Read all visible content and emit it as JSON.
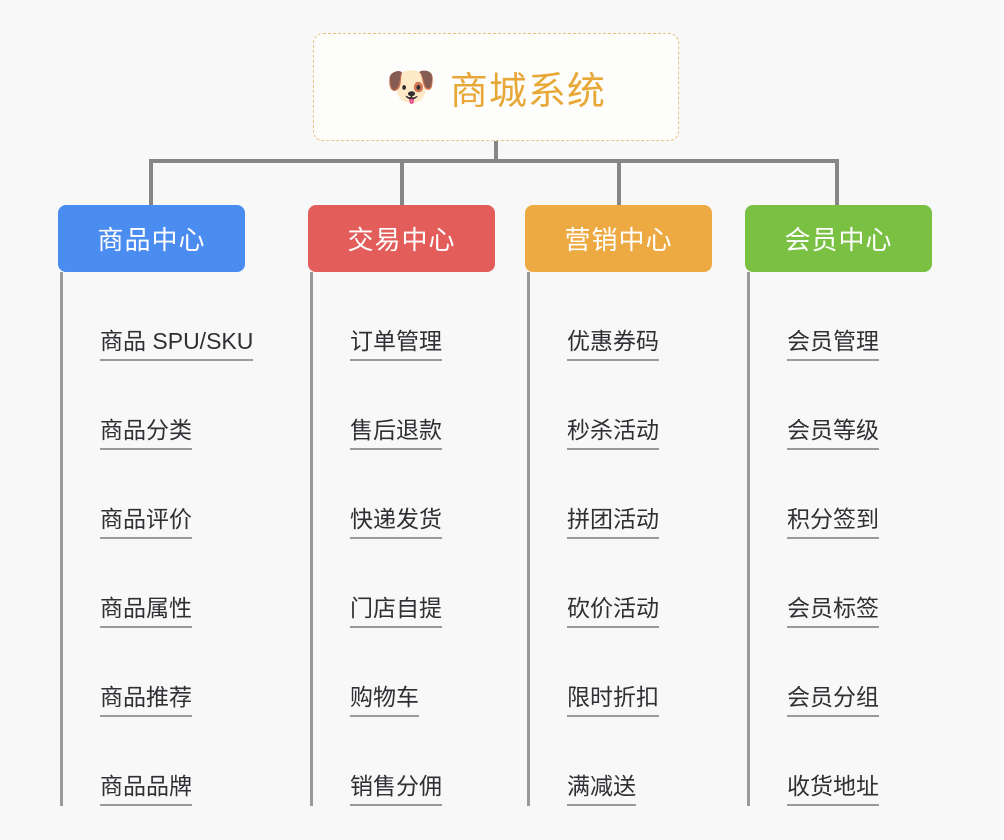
{
  "root": {
    "icon": "dog-face-icon",
    "icon_glyph": "🐶",
    "title": "商城系统",
    "title_color": "#e8a838",
    "border_color": "#e9c181"
  },
  "connector_color": "#868686",
  "background_color": "#f8f8f8",
  "leaf_text_color": "#2e3033",
  "leaf_rule_color": "#9a9a9a",
  "columns": [
    {
      "title": "商品中心",
      "color": "#4a8cf0",
      "items": [
        {
          "label": "商品 SPU/SKU"
        },
        {
          "label": "商品分类"
        },
        {
          "label": "商品评价"
        },
        {
          "label": "商品属性"
        },
        {
          "label": "商品推荐"
        },
        {
          "label": "商品品牌"
        }
      ]
    },
    {
      "title": "交易中心",
      "color": "#e35d5b",
      "items": [
        {
          "label": "订单管理"
        },
        {
          "label": "售后退款"
        },
        {
          "label": "快递发货"
        },
        {
          "label": "门店自提"
        },
        {
          "label": "购物车"
        },
        {
          "label": "销售分佣"
        }
      ]
    },
    {
      "title": "营销中心",
      "color": "#edaa42",
      "items": [
        {
          "label": "优惠券码"
        },
        {
          "label": "秒杀活动"
        },
        {
          "label": "拼团活动"
        },
        {
          "label": "砍价活动"
        },
        {
          "label": "限时折扣"
        },
        {
          "label": "满减送"
        }
      ]
    },
    {
      "title": "会员中心",
      "color": "#7ac143",
      "items": [
        {
          "label": "会员管理"
        },
        {
          "label": "会员等级"
        },
        {
          "label": "积分签到"
        },
        {
          "label": "会员标签"
        },
        {
          "label": "会员分组"
        },
        {
          "label": "收货地址"
        }
      ]
    }
  ]
}
